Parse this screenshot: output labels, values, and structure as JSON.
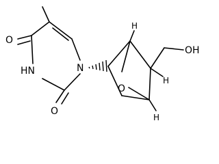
{
  "molecule": {
    "atom_labels": {
      "o_upper": "O",
      "o_lower": "O",
      "nh": "HN",
      "n1": "N",
      "o_bridge": "O",
      "oh": "OH",
      "h1": "H",
      "h2": "H",
      "h3": "H"
    }
  },
  "colors": {
    "bond": "#000000",
    "background": "#ffffff"
  }
}
